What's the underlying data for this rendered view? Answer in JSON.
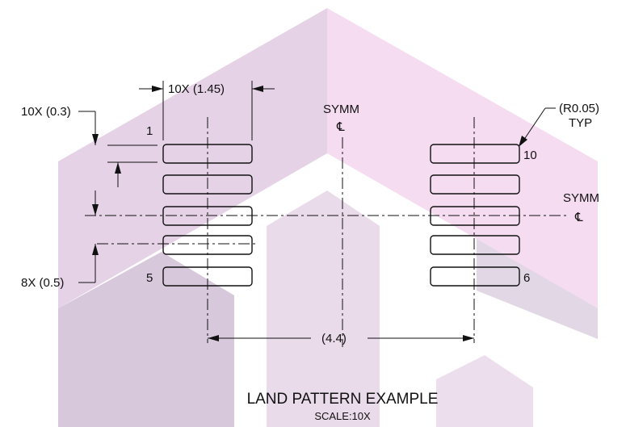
{
  "watermark": {
    "colors": {
      "light": "#f3d6ef",
      "mid": "#dcc3dd",
      "shadow": "#c9b6d0"
    }
  },
  "pin_labels": {
    "p1": "1",
    "p5": "5",
    "p6": "6",
    "p10": "10"
  },
  "dimensions": {
    "pad_length": "10X (1.45)",
    "pad_width": "10X (0.3)",
    "pitch": "8X (0.5)",
    "span": "(4.4)",
    "corner_radius": "(R0.05)",
    "corner_radius_note": "TYP"
  },
  "symmetry": {
    "top_label": "SYMM",
    "top_symbol": "℄",
    "right_label": "SYMM",
    "right_symbol": "℄"
  },
  "title": {
    "main": "LAND PATTERN EXAMPLE",
    "scale": "SCALE:10X"
  }
}
